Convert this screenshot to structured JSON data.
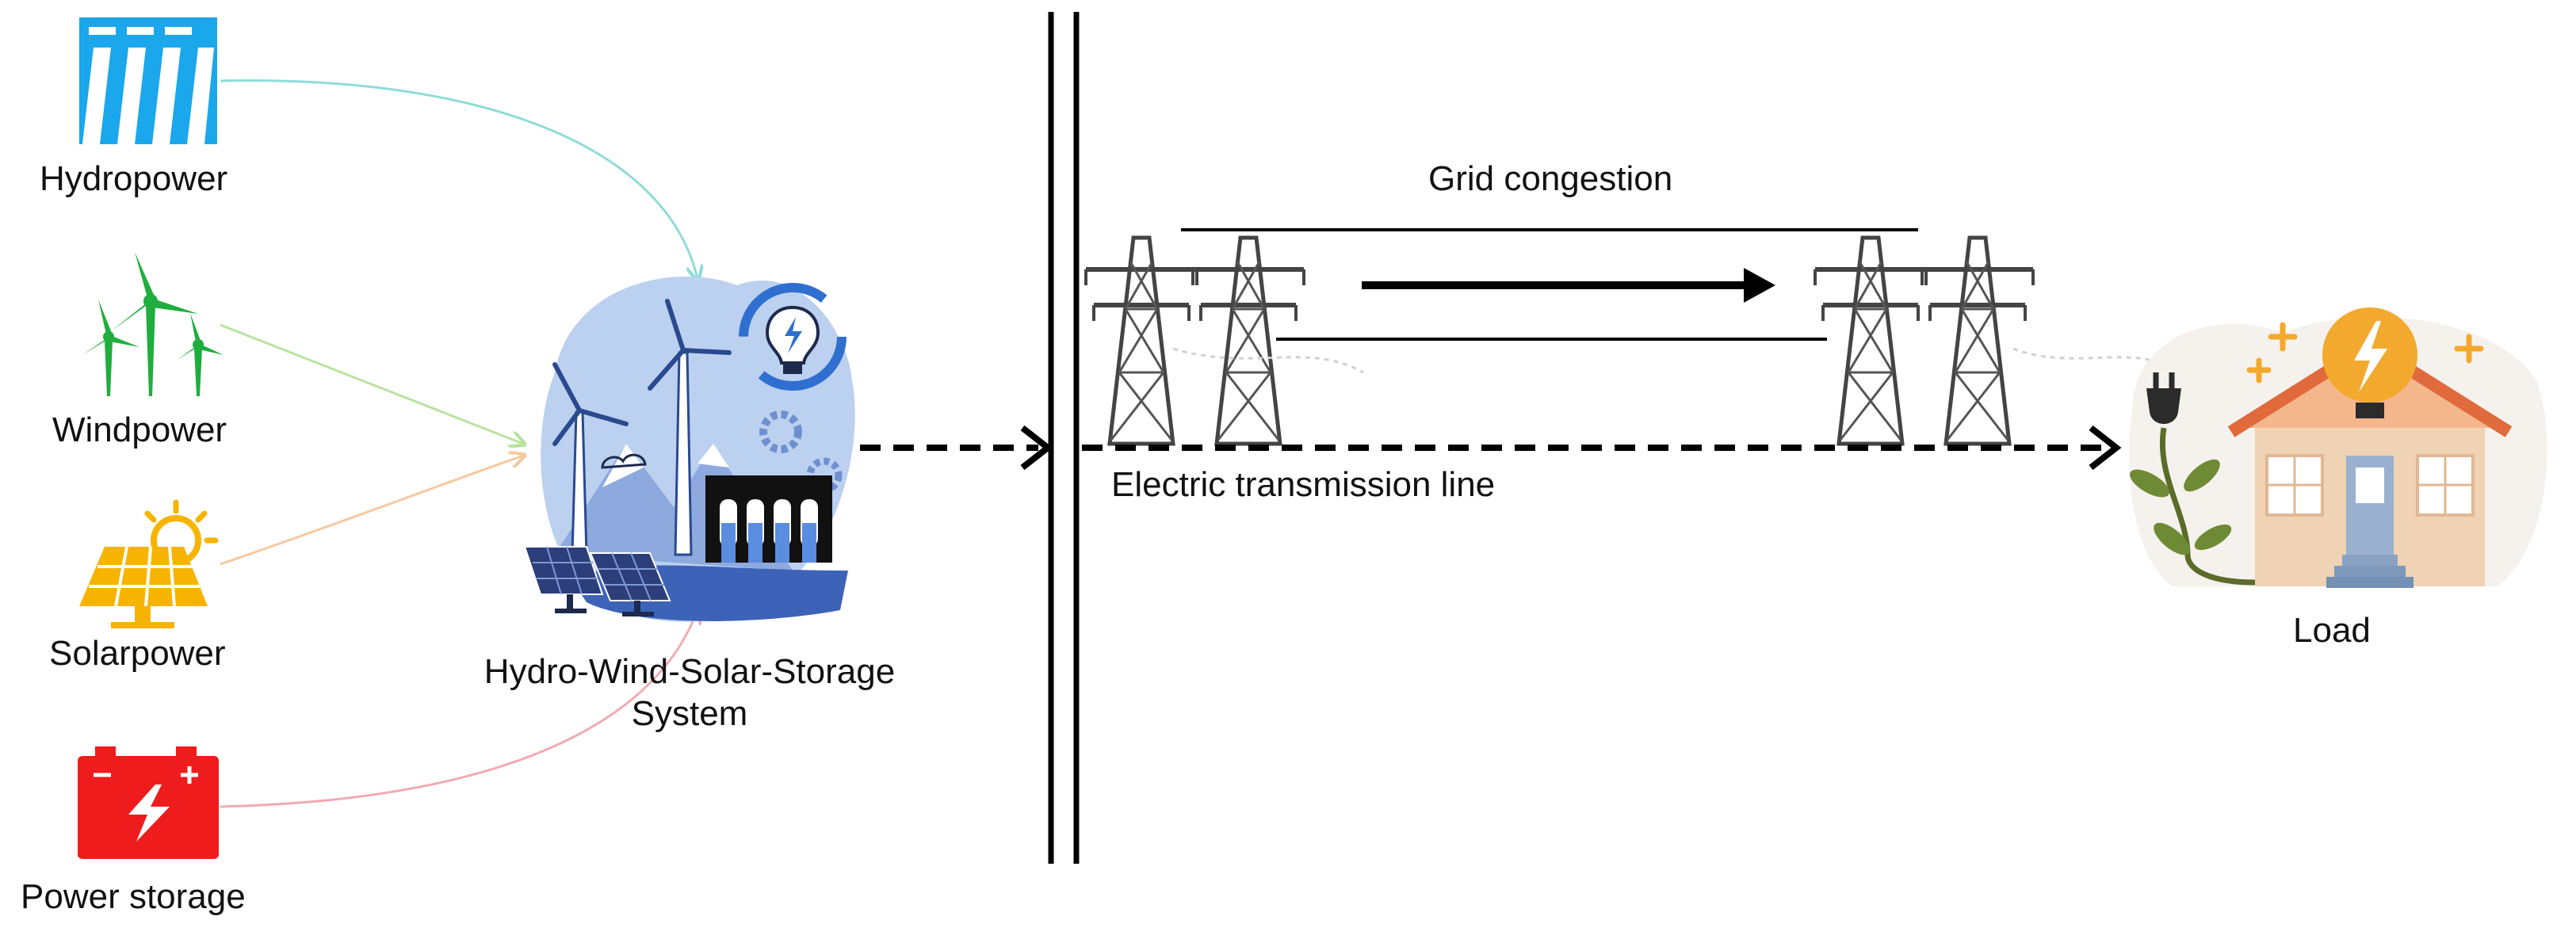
{
  "sources": [
    {
      "id": "hydro",
      "label": "Hydropower",
      "icon": "hydropower-dam-icon",
      "color": "#1aa7ec",
      "flow_color": "#8fdcd8"
    },
    {
      "id": "wind",
      "label": "Windpower",
      "icon": "wind-turbine-icon",
      "color": "#1fae3e",
      "flow_color": "#b9e3a0"
    },
    {
      "id": "solar",
      "label": "Solarpower",
      "icon": "solar-panel-icon",
      "color": "#f6b400",
      "flow_color": "#f6c9a0"
    },
    {
      "id": "storage",
      "label": "Power storage",
      "icon": "battery-icon",
      "color": "#ee1c1c",
      "flow_color": "#f2aab2"
    }
  ],
  "system": {
    "label_line1": "Hydro-Wind-Solar-Storage",
    "label_line2": "System",
    "icon": "hydro-wind-solar-storage-illustration"
  },
  "grid": {
    "congestion_label": "Grid congestion",
    "line_label": "Electric transmission line",
    "icon": "transmission-tower-icon"
  },
  "load": {
    "label": "Load",
    "icon": "house-load-icon"
  }
}
